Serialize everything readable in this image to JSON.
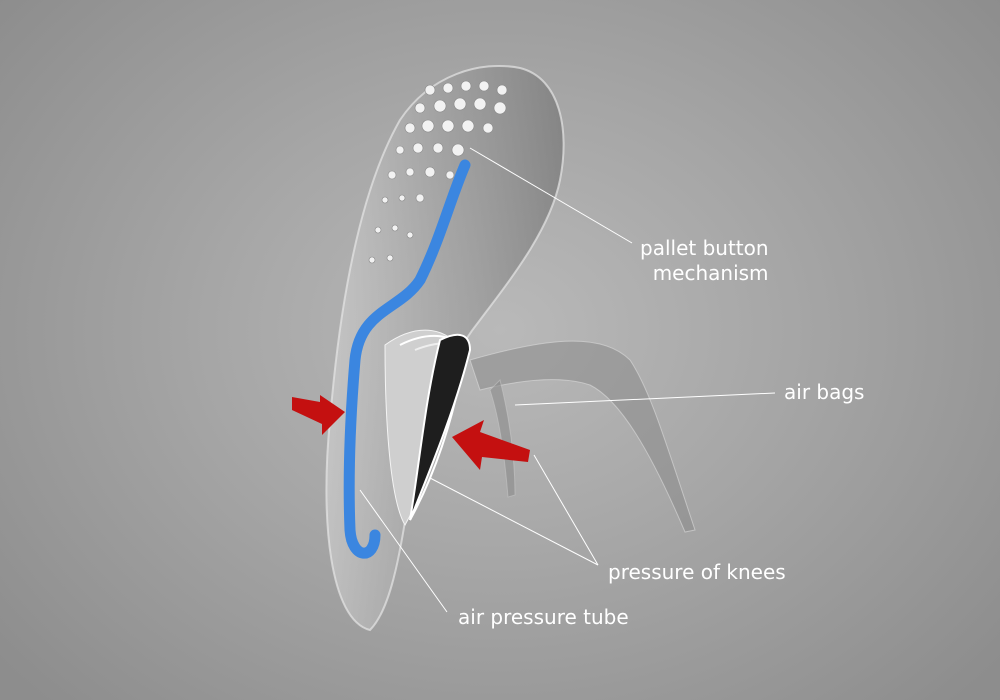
{
  "labels": {
    "pallet_line1": "pallet button",
    "pallet_line2": "mechanism",
    "air_bags": "air bags",
    "pressure_of_knees": "pressure of knees",
    "air_pressure_tube": "air pressure tube"
  },
  "colors": {
    "tube": "#3b86e0",
    "arrow": "#c41010",
    "label": "#ffffff"
  }
}
